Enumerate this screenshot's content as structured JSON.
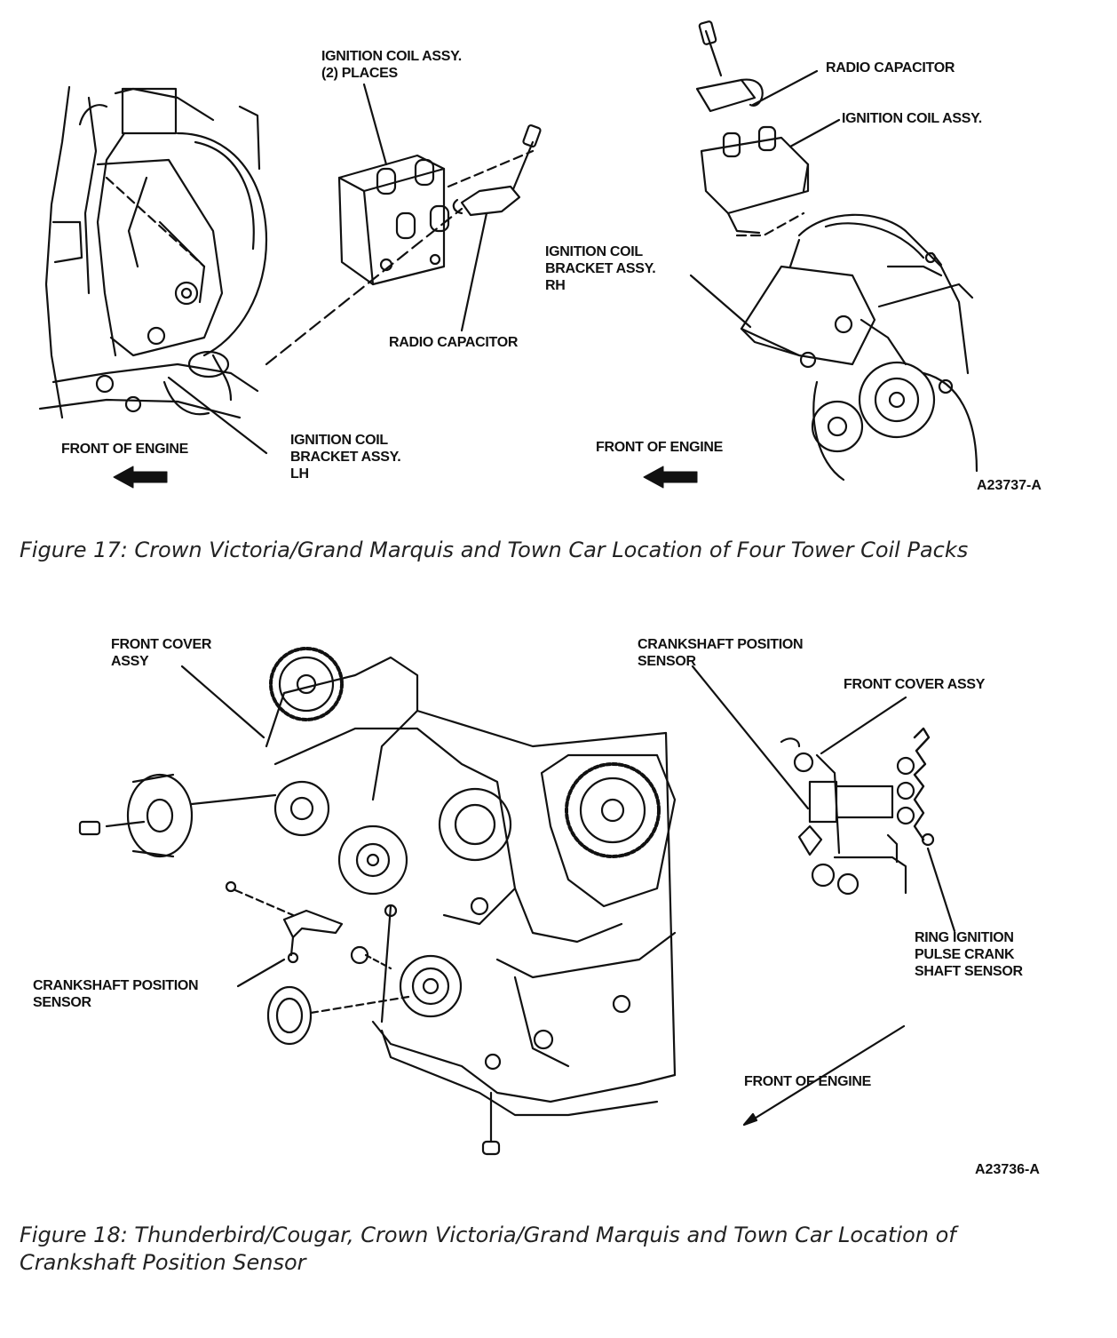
{
  "figure17": {
    "labels": {
      "coil_assy_places": [
        "IGNITION COIL ASSY.",
        "(2) PLACES"
      ],
      "radio_capacitor_center": [
        "RADIO CAPACITOR"
      ],
      "bracket_lh": [
        "IGNITION COIL",
        "BRACKET ASSY.",
        "LH"
      ],
      "front_left": [
        "FRONT OF ENGINE"
      ],
      "front_right": [
        "FRONT OF ENGINE"
      ],
      "radio_capacitor_right": [
        "RADIO CAPACITOR"
      ],
      "coil_assy_right": [
        "IGNITION COIL ASSY."
      ],
      "bracket_rh": [
        "IGNITION COIL",
        "BRACKET ASSY.",
        "RH"
      ]
    },
    "code": "A23737-A",
    "caption": [
      "Figure 17: Crown Victoria/Grand Marquis and Town Car Location of Four Tower Coil Packs"
    ]
  },
  "figure18": {
    "labels": {
      "front_cover_left": [
        "FRONT COVER",
        "ASSY"
      ],
      "crank_sensor_left": [
        "CRANKSHAFT POSITION",
        "SENSOR"
      ],
      "crank_sensor_right": [
        "CRANKSHAFT POSITION",
        "SENSOR"
      ],
      "front_cover_right": [
        "FRONT COVER ASSY"
      ],
      "ring_ignition": [
        "RING IGNITION",
        "PULSE CRANK",
        "SHAFT SENSOR"
      ],
      "front_of_engine": [
        "FRONT OF ENGINE"
      ]
    },
    "code": "A23736-A",
    "caption": [
      "Figure 18: Thunderbird/Cougar, Crown Victoria/Grand Marquis and Town Car Location of",
      "Crankshaft Position Sensor"
    ]
  }
}
